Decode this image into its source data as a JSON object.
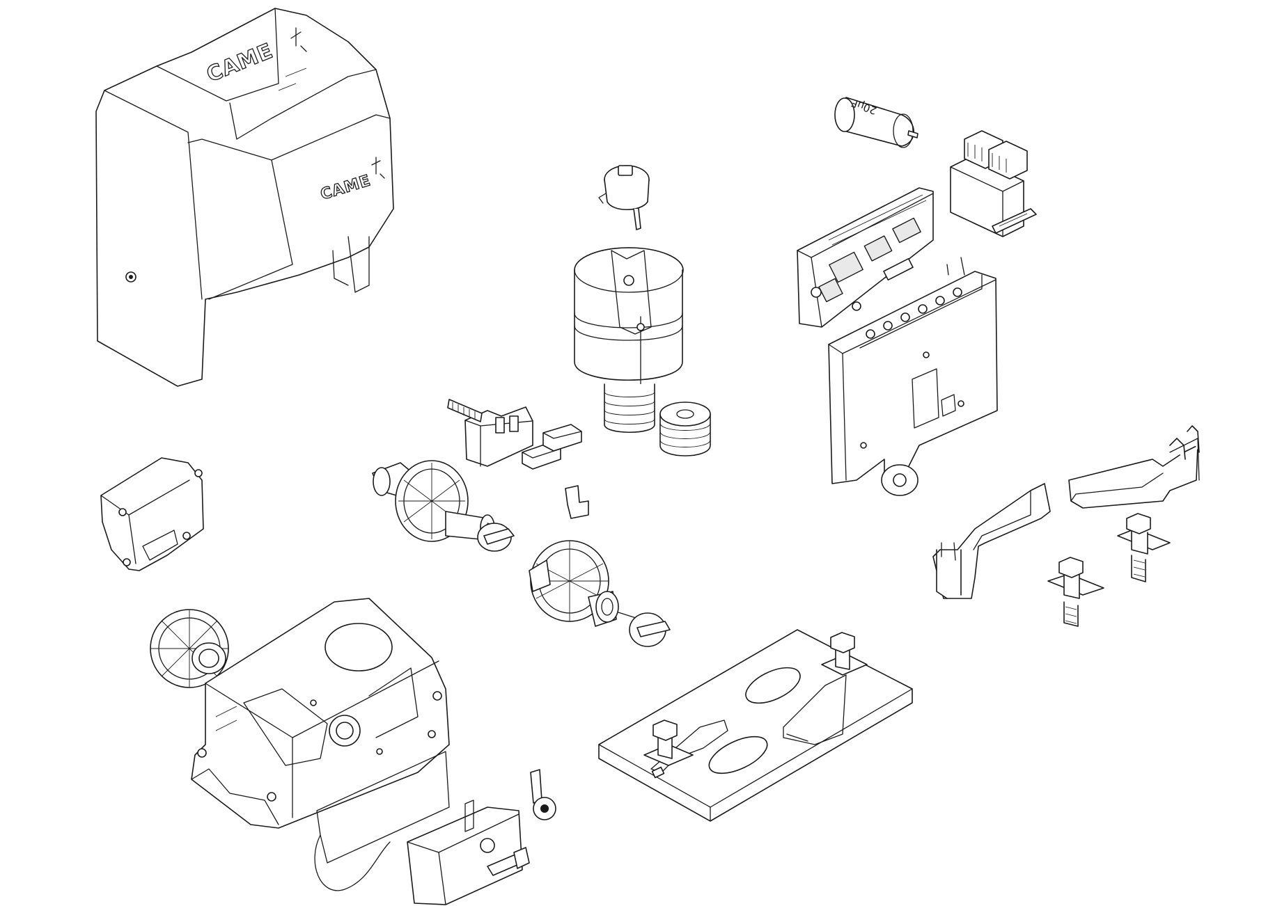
{
  "diagram": {
    "brand_logo_cover": "CAME",
    "brand_logo_motor_cover": "CAME",
    "capacitor_label": "20μF"
  }
}
